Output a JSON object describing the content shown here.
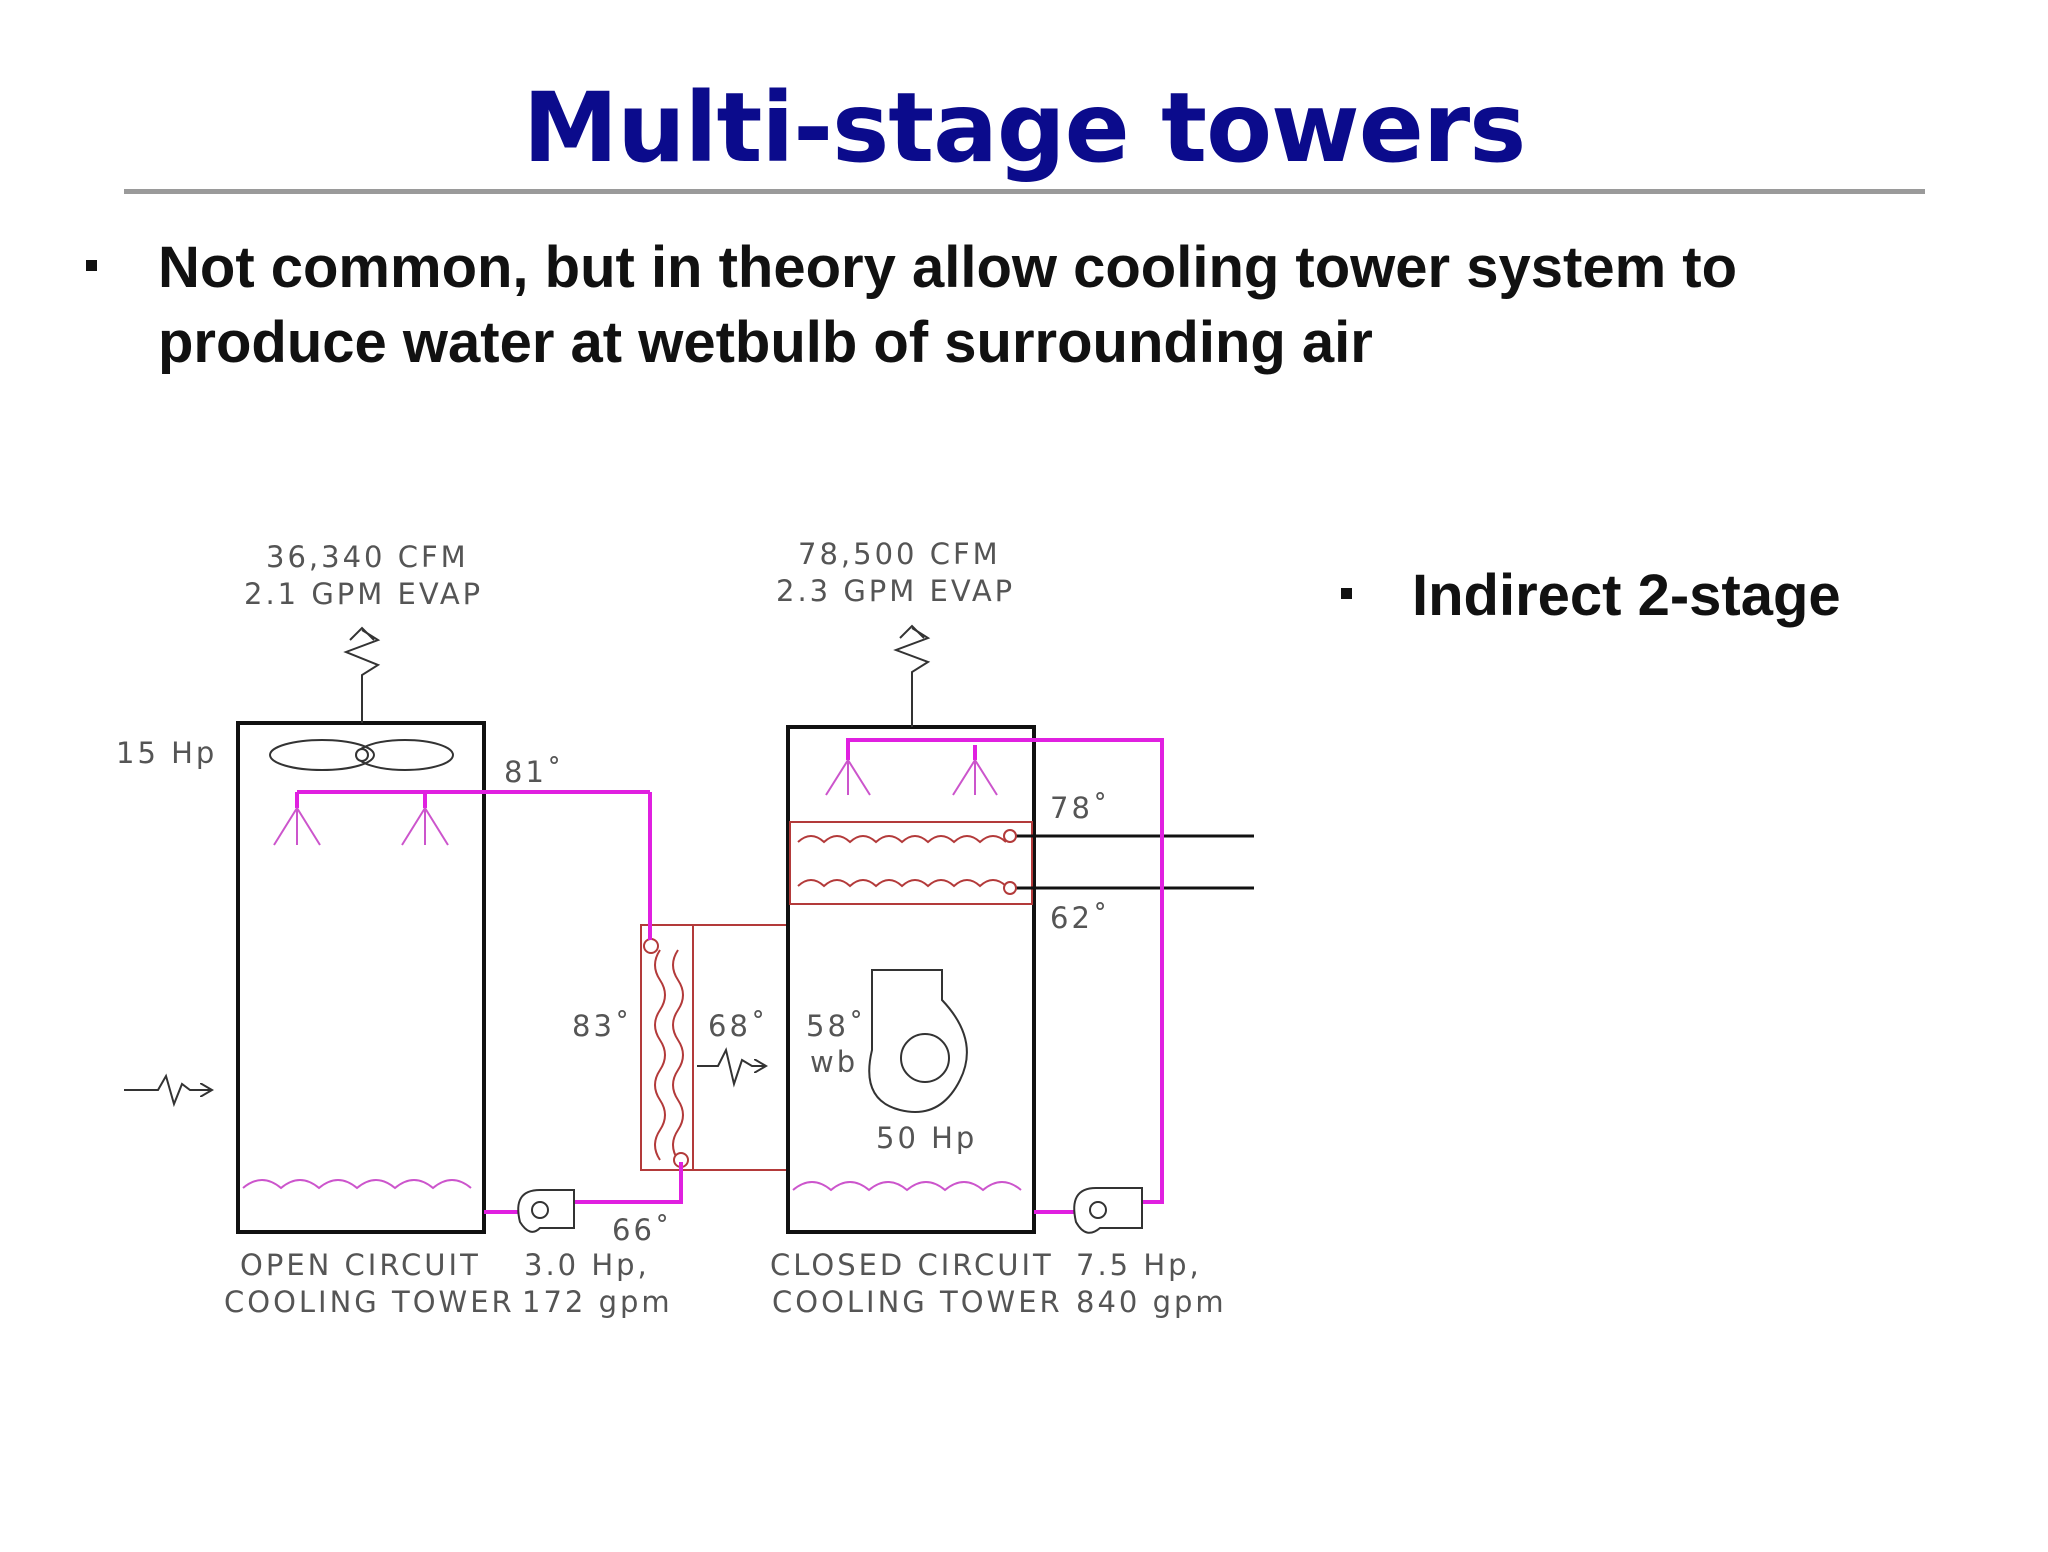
{
  "slide": {
    "title": "Multi-stage towers",
    "bullets": [
      {
        "text_line1": "Not common, but in theory allow cooling tower system to",
        "text_line2": "produce water at wetbulb of surrounding air"
      },
      {
        "text": "Indirect 2-stage"
      }
    ]
  },
  "diagram": {
    "open_tower": {
      "airflow_line1": "36,340  CFM",
      "airflow_line2": "2.1  GPM  EVAP",
      "fan_hp": "15  Hp",
      "label_line1": "OPEN  CIRCUIT",
      "label_line2": "COOLING  TOWER",
      "pump_line1": "3.0  Hp,",
      "pump_line2": "172  gpm"
    },
    "closed_tower": {
      "airflow_line1": "78,500  CFM",
      "airflow_line2": "2.3  GPM  EVAP",
      "fan_hp": "50  Hp",
      "label_line1": "CLOSED  CIRCUIT",
      "label_line2": "COOLING  TOWER",
      "pump_line1": "7.5  Hp,",
      "pump_line2": "840  gpm",
      "inlet_wb_line1": "58˚",
      "inlet_wb_line2": "wb"
    },
    "temperatures": {
      "t81": "81˚",
      "t83": "83˚",
      "t68": "68˚",
      "t66": "66˚",
      "t78": "78˚",
      "t62": "62˚"
    },
    "colors": {
      "water_pipe": "#e020e0",
      "heat_exchanger": "#b33a3a",
      "structure": "#111111",
      "spray": "#cc55cc"
    }
  }
}
